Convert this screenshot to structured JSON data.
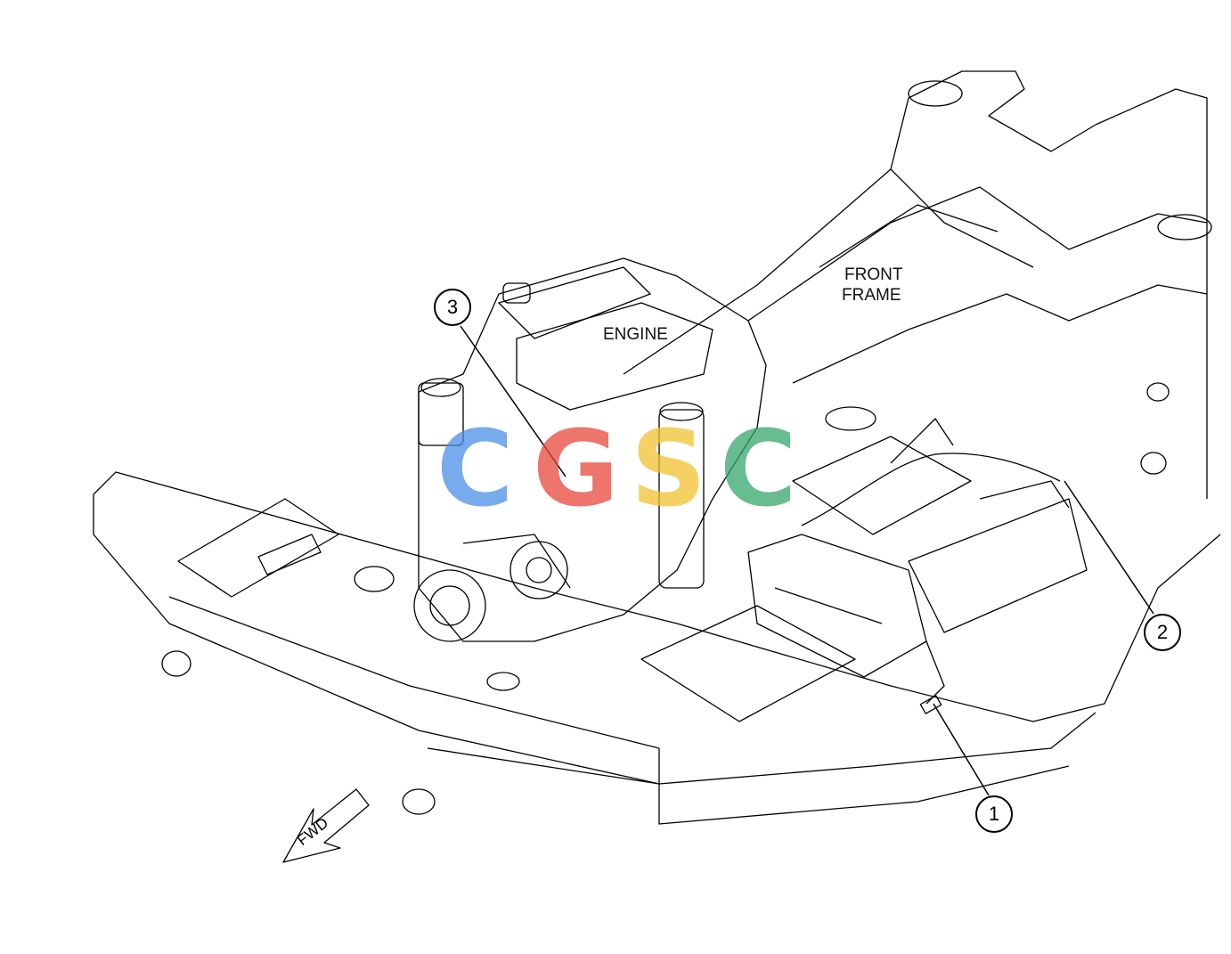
{
  "labels": {
    "engine": "ENGINE",
    "front_frame_line1": "FRONT",
    "front_frame_line2": "FRAME",
    "fwd": "FWD"
  },
  "callouts": [
    {
      "number": "1"
    },
    {
      "number": "2"
    },
    {
      "number": "3"
    }
  ],
  "watermark": {
    "letters": [
      "C",
      "G",
      "S",
      "C"
    ],
    "colors": [
      "#4a8fe8",
      "#e8473c",
      "#f2c230",
      "#35a86b"
    ]
  },
  "colors": {
    "line": "#000000",
    "background": "#ffffff"
  }
}
